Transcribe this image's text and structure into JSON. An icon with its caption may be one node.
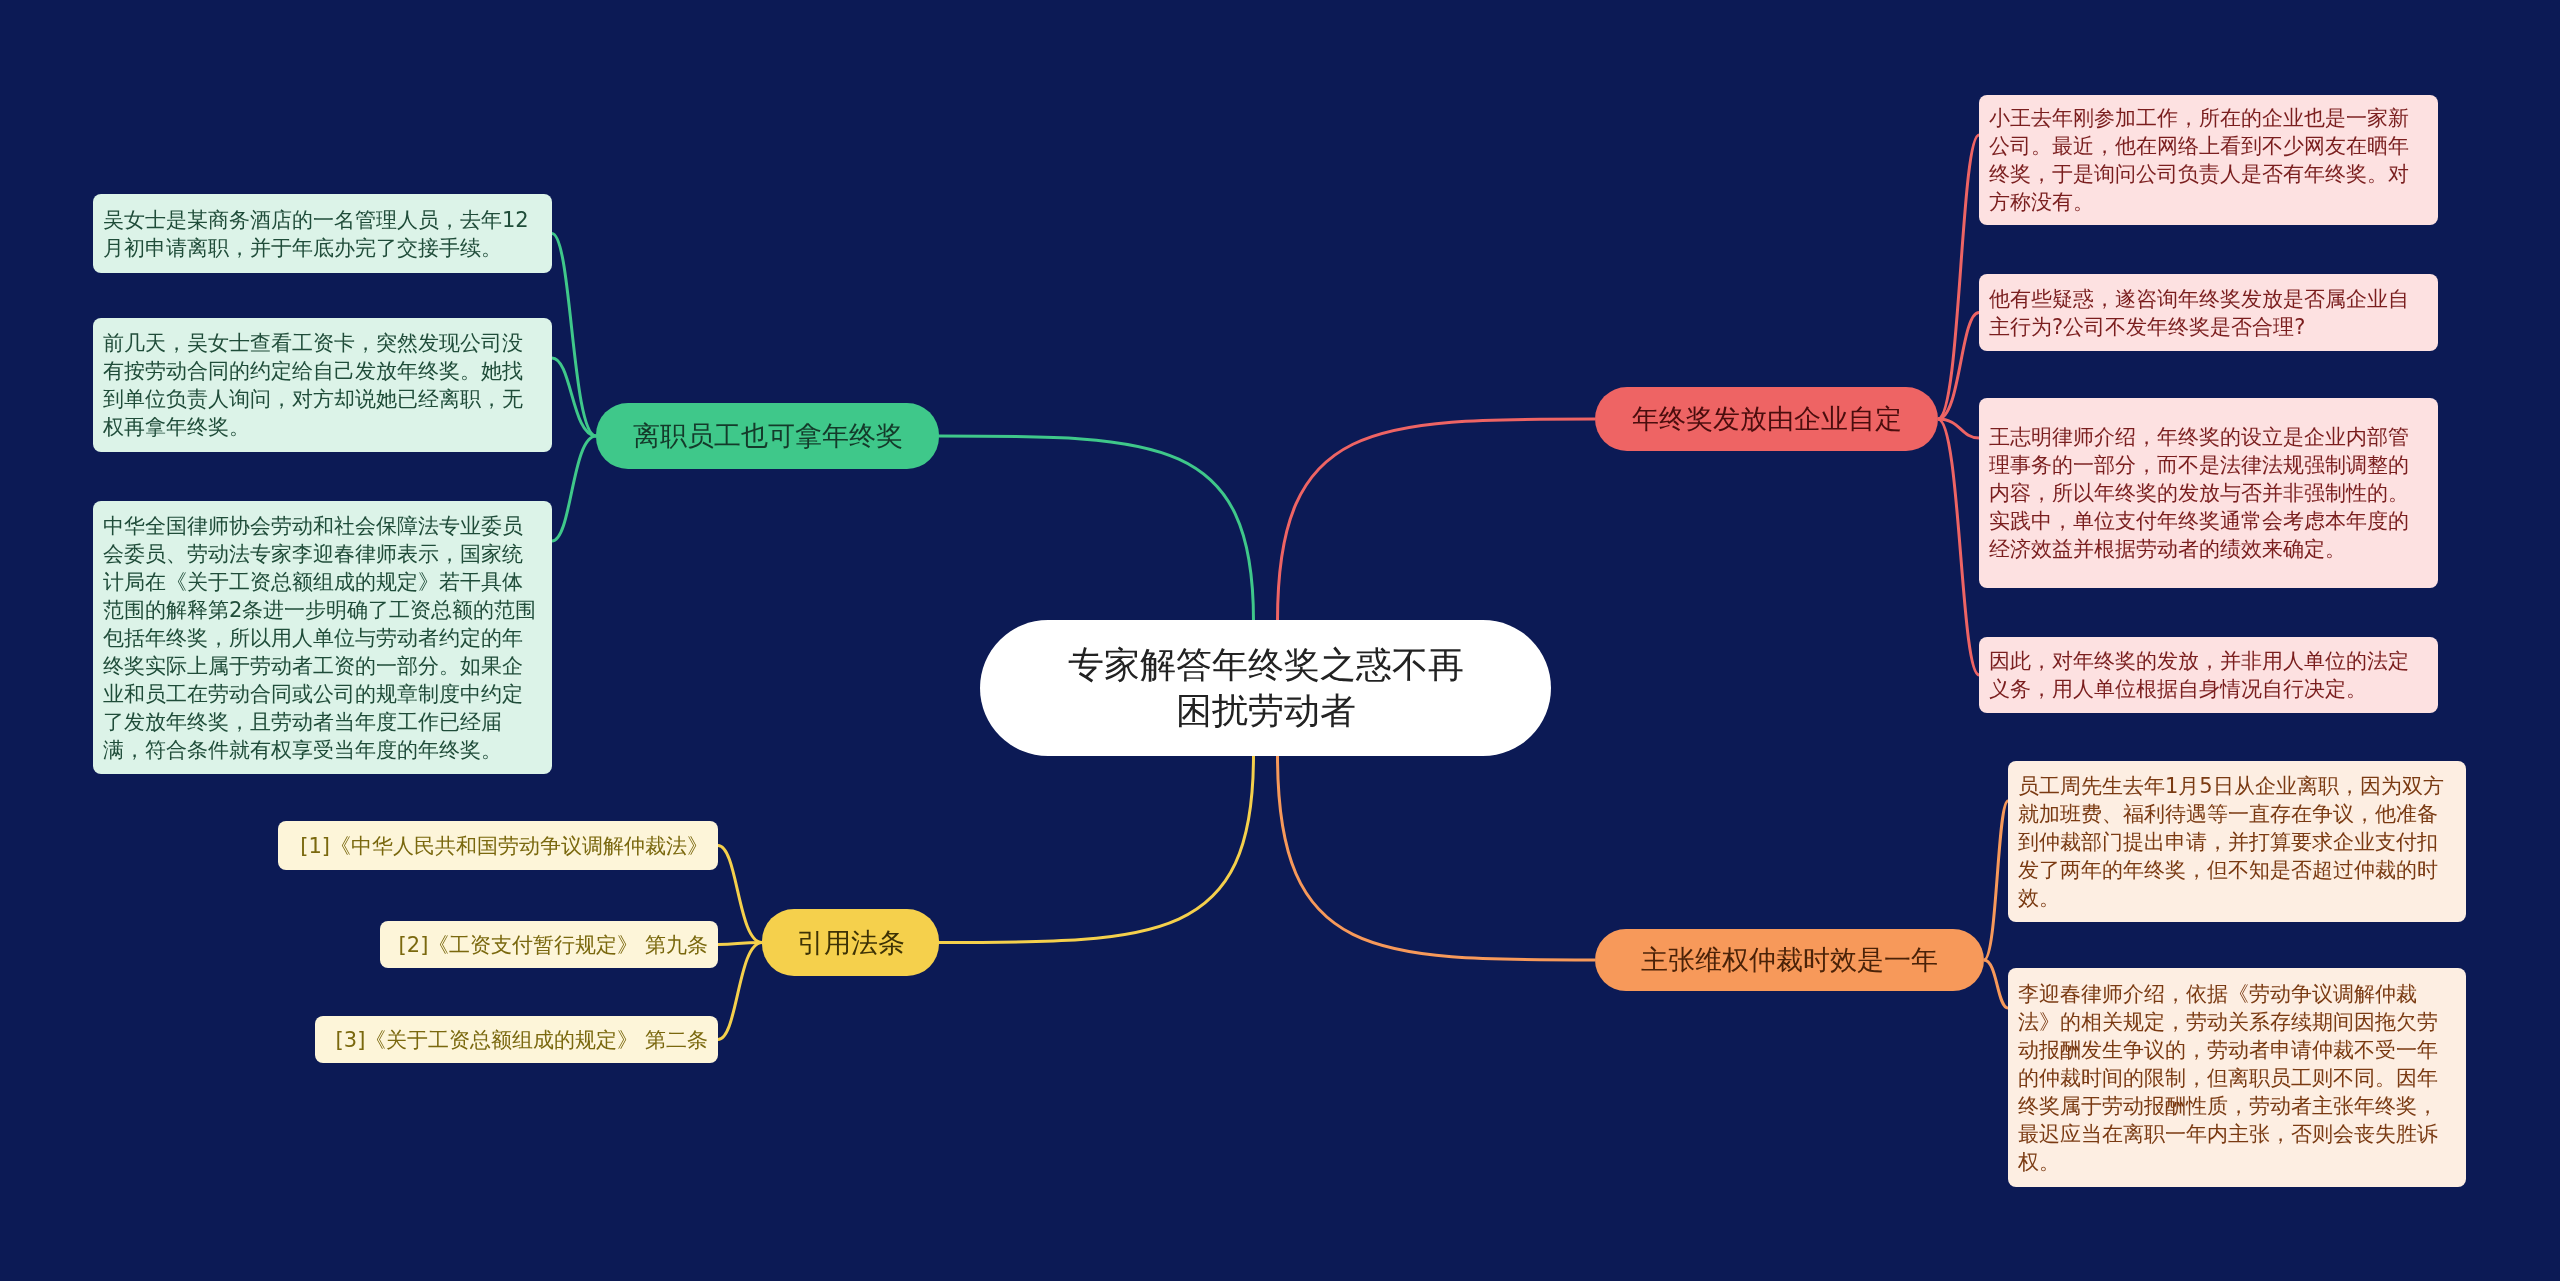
{
  "diagram": {
    "nodes": [
      {
        "text": [
          "专家解答年终奖之惑不再困扰劳动者"
        ]
      },
      {
        "text": [
          "离职员工也可拿年终奖"
        ]
      },
      {
        "text": [
          "吴女士是某商务酒店的一名管理人员，去年12月初申请离职，并于年底办完了交接手续。"
        ]
      },
      {
        "text": [
          "前几天，吴女士查看工资卡，突然发现公司没有按劳动合同的约定给自己发放年终奖。她找到单位负责人询问，对方却说她已经离职，无权再拿年终奖。"
        ]
      },
      {
        "text": [
          "中华全国律师协会劳动和社会保障法专业委员会委员、劳动法专家李迎春律师表示，国家统计局在《关于工资总额组成的规定》若干具体范围的解释第2条进一步明确了工资总额的范围包括年终奖，所以用人单位与劳动者约定的年终奖实际上属于劳动者工资的一部分。如果企业和员工在劳动合同或公司的规章制度中约定了发放年终奖，且劳动者当年度工作已经届满，符合条件就有权享受当年度的年终奖。"
        ]
      },
      {
        "text": [
          "年终奖发放由企业自定"
        ]
      },
      {
        "text": [
          "小王去年刚参加工作，所在的企业也是一家新公司。最近，他在网络上看到不少网友在晒年终奖，于是询问公司负责人是否有年终奖。对方称没有。"
        ]
      },
      {
        "text": [
          "他有些疑惑，遂咨询年终奖发放是否属企业自主行为?公司不发年终奖是否合理?"
        ]
      },
      {
        "text": [
          "王志明律师介绍，年终奖的设立是企业内部管理事务的一部分，而不是法律法规强制调整的内容，所以年终奖的发放与否并非强制性的。实践中，单位支付年终奖通常会考虑本年度的经济效益并根据劳动者的绩效来确定。"
        ]
      },
      {
        "text": [
          "因此，对年终奖的发放，并非用人单位的法定义务，用人单位根据自身情况自行决定。"
        ]
      },
      {
        "text": [
          "引用法条"
        ]
      },
      {
        "text": [
          "[1]《中华人民共和国劳动争议调解仲裁法》"
        ]
      },
      {
        "text": [
          "[2]《工资支付暂行规定》 第九条"
        ]
      },
      {
        "text": [
          "[3]《关于工资总额组成的规定》 第二条"
        ]
      },
      {
        "text": [
          "主张维权仲裁时效是一年"
        ]
      },
      {
        "text": [
          "员工周先生去年1月5日从企业离职，因为双方就加班费、福利待遇等一直存在争议，他准备到仲裁部门提出申请，并打算要求企业支付扣发了两年的年终奖，但不知是否超过仲裁的时效。"
        ]
      },
      {
        "text": [
          "李迎春律师介绍，依据《劳动争议调解仲裁法》的相关规定，劳动关系存续期间因拖欠劳动报酬发生争议的，劳动者申请仲裁不受一年的仲裁时间的限制，但离职员工则不同。因年终奖属于劳动报酬性质，劳动者主张年终奖，最迟应当在离职一年内主张，否则会丧失胜诉权。"
        ]
      }
    ],
    "edges": [
      {
        "from": 0,
        "to": 1,
        "arrow": "none",
        "color": "#3fc88a"
      },
      {
        "from": 1,
        "to": 2,
        "arrow": "none",
        "color": "#3fc88a"
      },
      {
        "from": 1,
        "to": 3,
        "arrow": "none",
        "color": "#3fc88a"
      },
      {
        "from": 1,
        "to": 4,
        "arrow": "none",
        "color": "#3fc88a"
      },
      {
        "from": 0,
        "to": 5,
        "arrow": "none",
        "color": "#ee6464"
      },
      {
        "from": 5,
        "to": 6,
        "arrow": "none",
        "color": "#ee6464"
      },
      {
        "from": 5,
        "to": 7,
        "arrow": "none",
        "color": "#ee6464"
      },
      {
        "from": 5,
        "to": 8,
        "arrow": "none",
        "color": "#ee6464"
      },
      {
        "from": 5,
        "to": 9,
        "arrow": "none",
        "color": "#ee6464"
      },
      {
        "from": 0,
        "to": 10,
        "arrow": "none",
        "color": "#f5d04c"
      },
      {
        "from": 10,
        "to": 11,
        "arrow": "none",
        "color": "#f5d04c"
      },
      {
        "from": 10,
        "to": 12,
        "arrow": "none",
        "color": "#f5d04c"
      },
      {
        "from": 10,
        "to": 13,
        "arrow": "none",
        "color": "#f5d04c"
      },
      {
        "from": 0,
        "to": 14,
        "arrow": "none",
        "color": "#f7995a"
      },
      {
        "from": 14,
        "to": 15,
        "arrow": "none",
        "color": "#f7995a"
      },
      {
        "from": 14,
        "to": 16,
        "arrow": "none",
        "color": "#f7995a"
      }
    ]
  }
}
